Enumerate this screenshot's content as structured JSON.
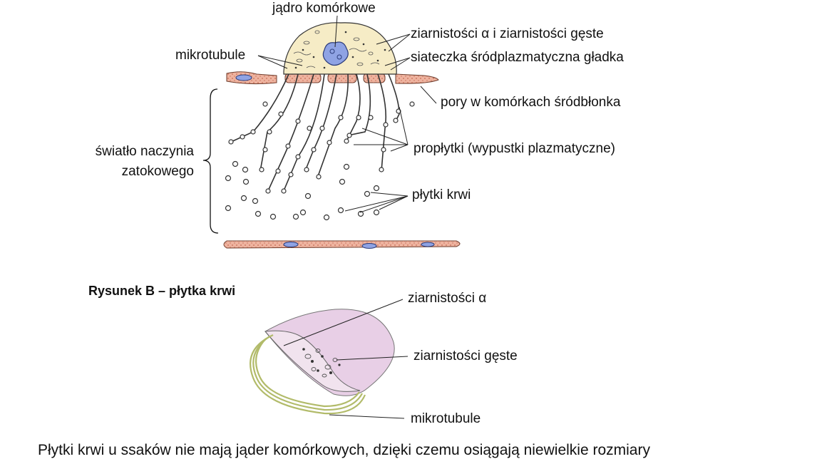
{
  "figure_a": {
    "labels": {
      "nucleus": "jądro komórkowe",
      "granules": "ziarnistości α i ziarnistości gęste",
      "microtubules": "mikrotubule",
      "smooth_er": "siateczka śródplazmatyczna gładka",
      "endothelial_pores": "pory w komórkach śródbłonka",
      "lumen_line1": "światło naczynia",
      "lumen_line2": "zatokowego",
      "proplatelets": "propłytki (wypustki plazmatyczne)",
      "platelets": "płytki krwi"
    }
  },
  "figure_b": {
    "title": "Rysunek B – płytka krwi",
    "labels": {
      "alpha_granules": "ziarnistości α",
      "dense_granules": "ziarnistości gęste",
      "microtubules": "mikrotubule"
    }
  },
  "caption": "Płytki krwi u ssaków nie mają jąder komórkowych, dzięki czemu osiągają niewielkie rozmiary",
  "colors": {
    "cytoplasm": "#f6ecc6",
    "nucleus": "#8fa3e4",
    "endothelium": "#eeb39f",
    "platelet_body": "#e8cfe6",
    "microtubule_ring": "#cfd98a"
  }
}
